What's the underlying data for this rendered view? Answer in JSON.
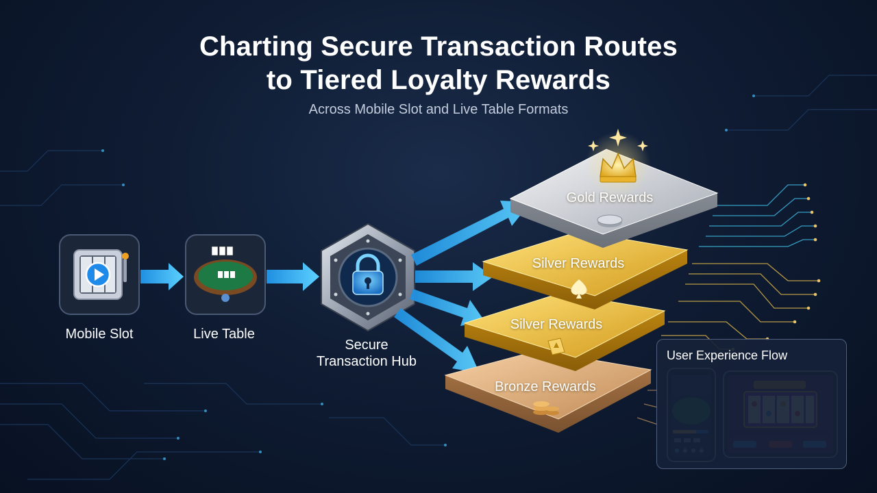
{
  "header": {
    "title_line_1": "Charting Secure Transaction Routes",
    "title_line_2": "to Tiered Loyalty Rewards",
    "subtitle": "Across Mobile Slot and Live Table Formats"
  },
  "nodes": {
    "mobile_slot": {
      "label": "Mobile Slot",
      "icon": "slot-machine-icon"
    },
    "live_table": {
      "label": "Live Table",
      "icon": "poker-table-icon"
    },
    "hub_line_1": "Secure",
    "hub_line_2": "Transaction Hub",
    "hub_icon": "padlock-shield-icon"
  },
  "tiers": [
    {
      "label": "Gold Rewards",
      "icon": "crown-icon",
      "color": "#c9ccd3"
    },
    {
      "label": "Silver Rewards",
      "icon": "spade-icon",
      "color": "#e8b931"
    },
    {
      "label": "Silver Rewards",
      "icon": "card-icon",
      "color": "#e0b030"
    },
    {
      "label": "Bronze Rewards",
      "icon": "coin-stack-icon",
      "color": "#d9a877"
    }
  ],
  "ux_panel": {
    "title": "User Experience Flow"
  },
  "colors": {
    "background": "#0f1c33",
    "arrow": "#38b6f5",
    "circuit_gold": "#d8b24a",
    "circuit_cyan": "#3fb6e0"
  }
}
